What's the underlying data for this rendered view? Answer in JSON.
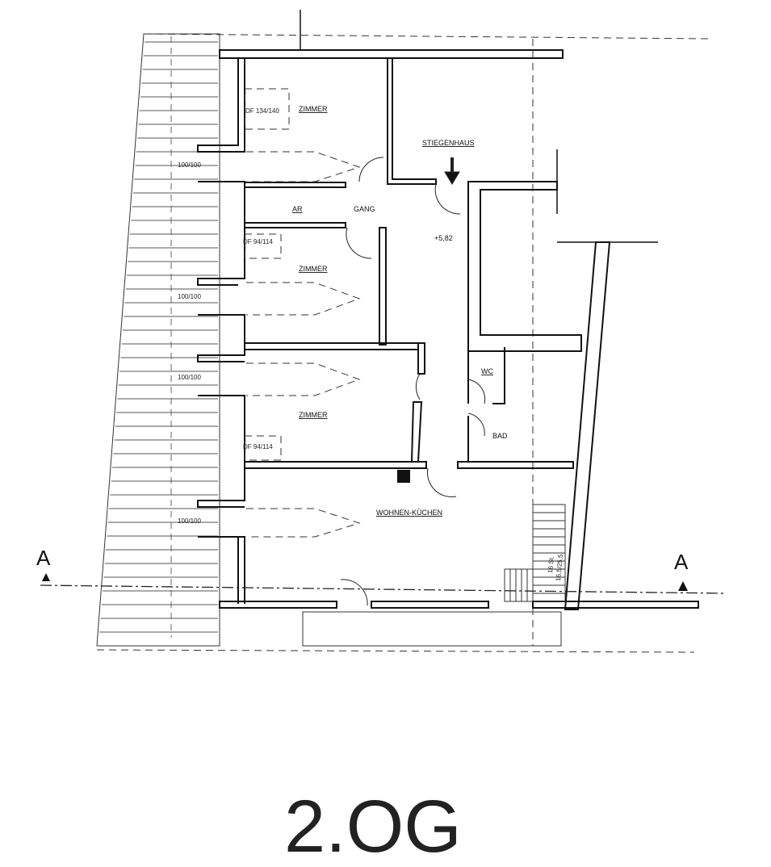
{
  "plan": {
    "floor_title": "2.OG",
    "section_marker_left": "A",
    "section_marker_right": "A",
    "rooms": {
      "zimmer_1": "ZIMMER",
      "zimmer_2": "ZIMMER",
      "zimmer_3": "ZIMMER",
      "stiegenhaus": "STIEGENHAUS",
      "ar": "AR",
      "gang": "GANG",
      "wc": "WC",
      "bad": "BAD",
      "wohnen_kuechen": "WOHNEN-KÜCHEN"
    },
    "level": "+5,82",
    "skylights": [
      "DF 134/140",
      "DF 94/114",
      "DF 94/114"
    ],
    "window_dims": [
      "100/100",
      "100/100",
      "100/100",
      "100/100"
    ],
    "stair_label": [
      "16 St.",
      "16,5/25,5"
    ]
  }
}
